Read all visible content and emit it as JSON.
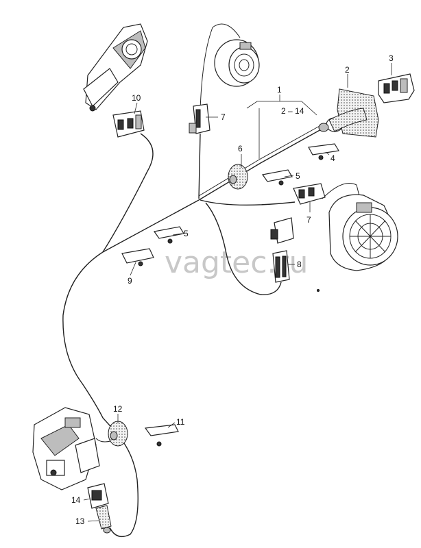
{
  "watermark": "vagtec.ru",
  "callouts": {
    "c1": "1",
    "c1_range": "2 – 14",
    "c2": "2",
    "c3": "3",
    "c4": "4",
    "c5a": "5",
    "c5b": "5",
    "c6": "6",
    "c7a": "7",
    "c7b": "7",
    "c8": "8",
    "c9": "9",
    "c10": "10",
    "c11": "11",
    "c12": "12",
    "c13": "13",
    "c14": "14"
  }
}
